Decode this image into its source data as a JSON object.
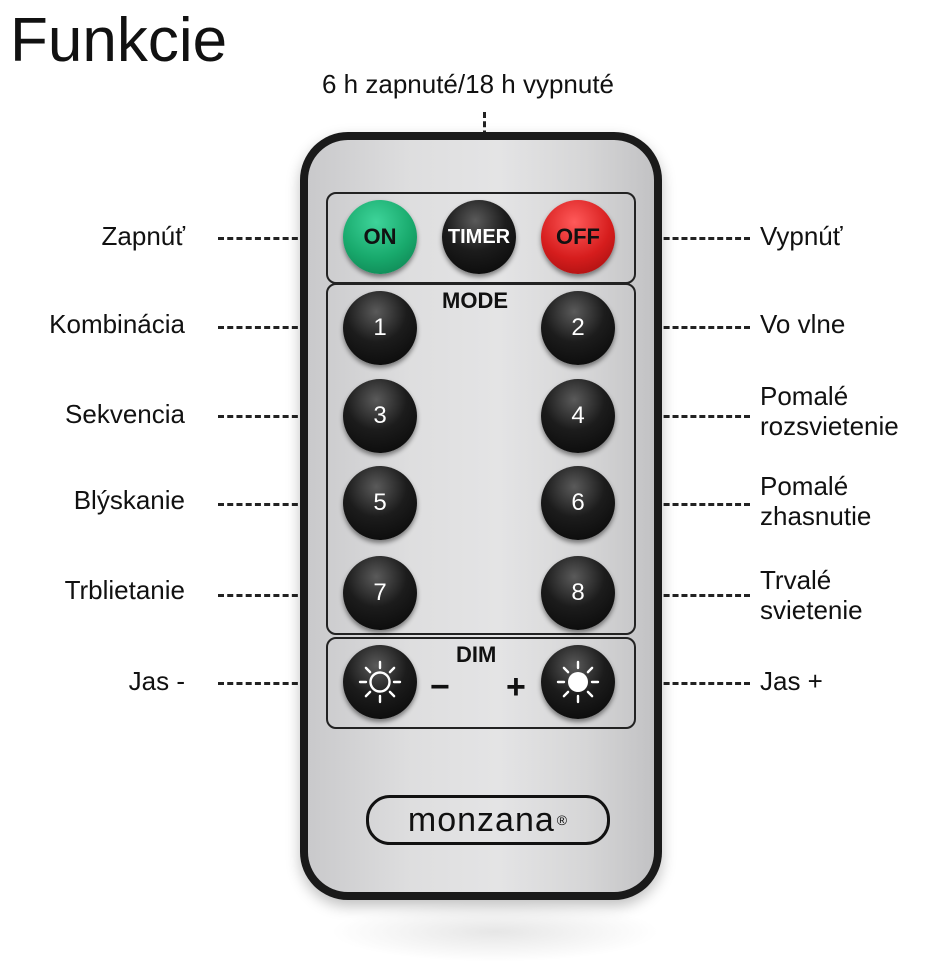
{
  "title": "Funkcie",
  "timer_note": "6 h zapnuté/18 h vypnuté",
  "labels": {
    "on": "Zapnúť",
    "off": "Vypnúť",
    "b1": "Kombinácia",
    "b2": "Vo vlne",
    "b3": "Sekvencia",
    "b4_line1": "Pomalé",
    "b4_line2": "rozsvietenie",
    "b5": "Blýskanie",
    "b6_line1": "Pomalé",
    "b6_line2": "zhasnutie",
    "b7": "Trblietanie",
    "b8_line1": "Trvalé",
    "b8_line2": "svietenie",
    "dim_minus": "Jas -",
    "dim_plus": "Jas +"
  },
  "remote": {
    "on_label": "ON",
    "timer_label": "TIMER",
    "off_label": "OFF",
    "mode_caption": "MODE",
    "dim_caption": "DIM",
    "minus_sign": "−",
    "plus_sign": "+",
    "buttons": [
      "1",
      "2",
      "3",
      "4",
      "5",
      "6",
      "7",
      "8"
    ],
    "brand": "monzana",
    "brand_mark": "®"
  },
  "colors": {
    "on": "#18a96c",
    "off": "#d61d1d",
    "button": "#111111",
    "body": "#1a1a1a",
    "face": "#dcdcdd"
  },
  "icons": {
    "dim_minus": "sun-outline-icon",
    "dim_plus": "sun-filled-icon"
  }
}
